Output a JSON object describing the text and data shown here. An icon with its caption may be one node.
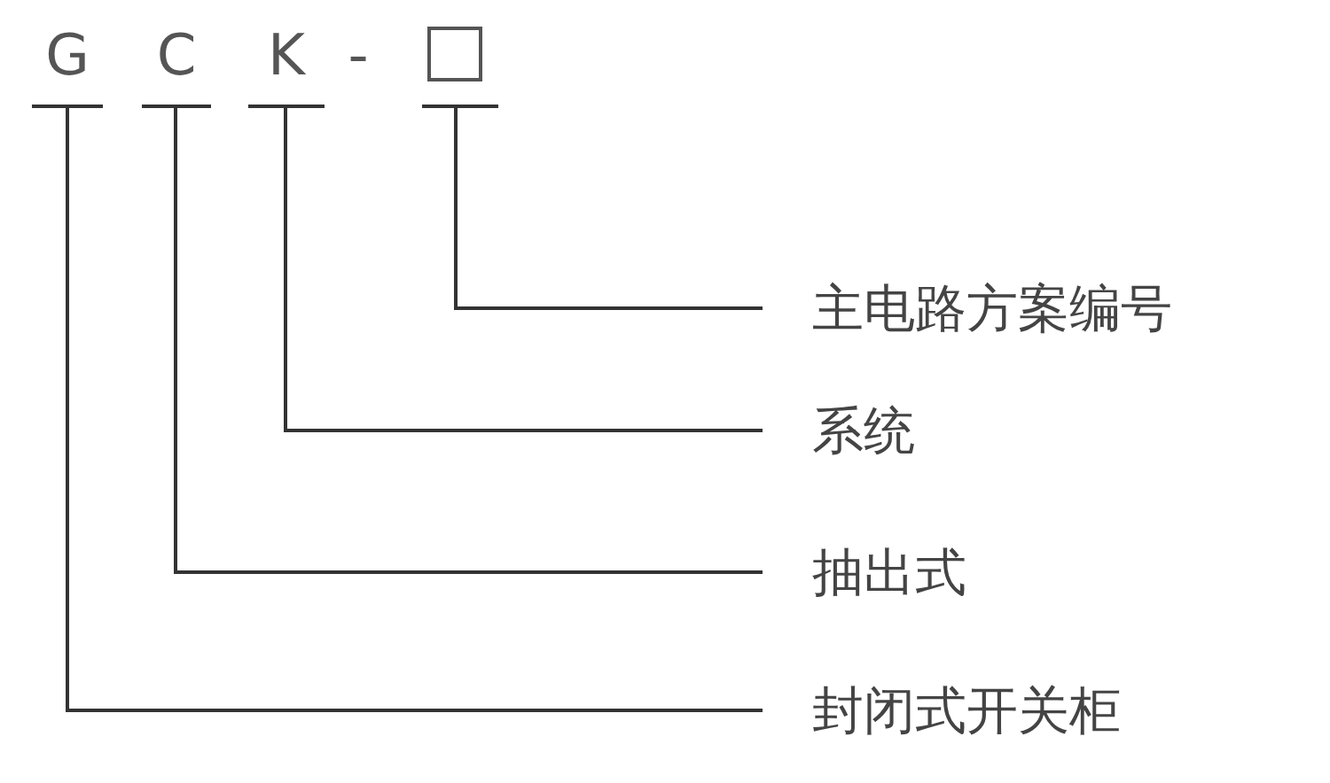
{
  "diagram": {
    "nodes": [
      {
        "text": [
          "G"
        ]
      },
      {
        "text": [
          "C"
        ]
      },
      {
        "text": [
          "K"
        ]
      },
      {
        "text": [],
        "shape": "box"
      },
      {
        "text": [
          "主电路方案编号"
        ]
      },
      {
        "text": [
          "系统"
        ]
      },
      {
        "text": [
          "抽出式"
        ]
      },
      {
        "text": [
          "封闭式开关柜"
        ]
      }
    ],
    "edges": [
      {
        "from": 3,
        "to": 4,
        "arrow": "none"
      },
      {
        "from": 2,
        "to": 5,
        "arrow": "none"
      },
      {
        "from": 1,
        "to": 6,
        "arrow": "none"
      },
      {
        "from": 0,
        "to": 7,
        "arrow": "none"
      }
    ],
    "labels": [
      "-"
    ]
  }
}
